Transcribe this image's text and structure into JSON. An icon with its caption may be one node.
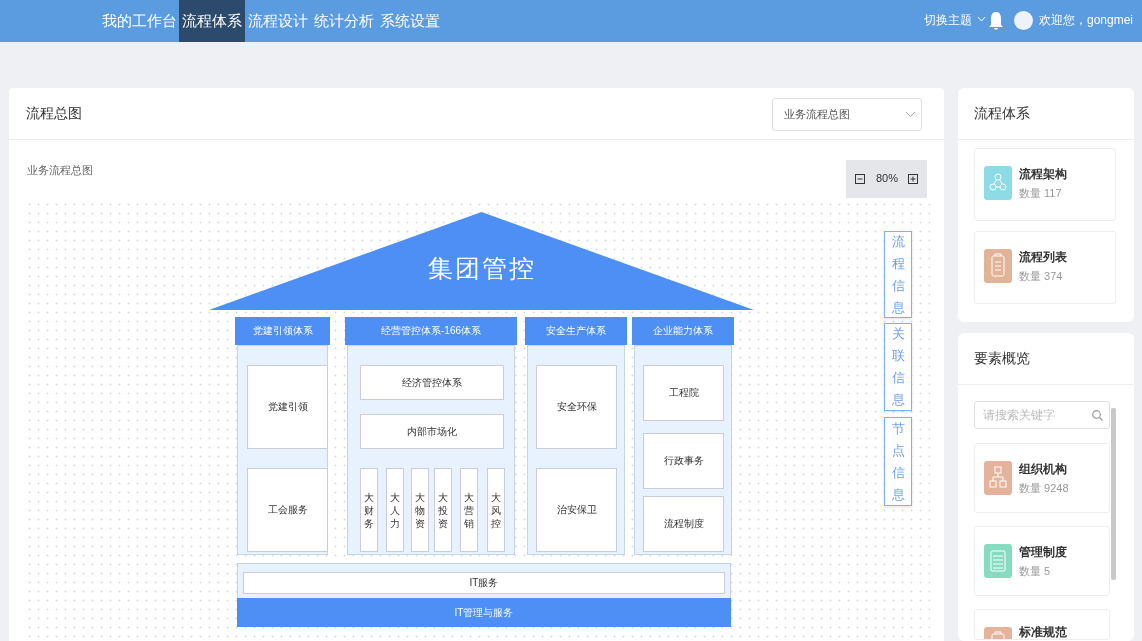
{
  "diagram": {
    "nodes": [
      {
        "text": [
          "集团管控"
        ]
      },
      {
        "text": [
          "党建引领体系"
        ]
      },
      {
        "text": [
          "党建引领"
        ],
        "in": 1
      },
      {
        "text": [
          "工会服务"
        ],
        "in": 1
      },
      {
        "text": [
          "经营管控体系-166体系"
        ]
      },
      {
        "text": [
          "经济管控体系"
        ],
        "in": 4
      },
      {
        "text": [
          "内部市场化"
        ],
        "in": 4
      },
      {
        "text": [
          "大财务"
        ],
        "in": 4
      },
      {
        "text": [
          "大人力"
        ],
        "in": 4
      },
      {
        "text": [
          "大物资"
        ],
        "in": 4
      },
      {
        "text": [
          "大投资"
        ],
        "in": 4
      },
      {
        "text": [
          "大营销"
        ],
        "in": 4
      },
      {
        "text": [
          "大风控"
        ],
        "in": 4
      },
      {
        "text": [
          "安全生产体系"
        ]
      },
      {
        "text": [
          "安全环保"
        ],
        "in": 13
      },
      {
        "text": [
          "治安保卫"
        ],
        "in": 13
      },
      {
        "text": [
          "企业能力体系"
        ]
      },
      {
        "text": [
          "工程院"
        ],
        "in": 16
      },
      {
        "text": [
          "行政事务"
        ],
        "in": 16
      },
      {
        "text": [
          "流程制度"
        ],
        "in": 16
      },
      {
        "text": [
          "IT管理与服务"
        ]
      },
      {
        "text": [
          "IT服务"
        ],
        "in": 20
      },
      {
        "text": [
          "流程信息"
        ]
      },
      {
        "text": [
          "关联信息"
        ]
      },
      {
        "text": [
          "节点信息"
        ]
      },
      {
        "text": [
          "流程体系"
        ]
      },
      {
        "text": [
          "流程架构",
          "数量 117"
        ],
        "in": 25
      },
      {
        "text": [
          "流程列表",
          "数量 374"
        ],
        "in": 25
      },
      {
        "text": [
          "要素概览"
        ]
      },
      {
        "text": [
          "组织机构",
          "数量 9248"
        ],
        "in": 28
      },
      {
        "text": [
          "管理制度",
          "数量 5"
        ],
        "in": 28
      },
      {
        "text": [
          "标准规范"
        ],
        "in": 28
      }
    ],
    "labels": [
      "我的工作台",
      "流程体系",
      "流程设计",
      "统计分析",
      "系统设置",
      "切换主题",
      "欢迎您，gongmei",
      "流程总图",
      "业务流程总图",
      "业务流程总图",
      "80%",
      "请搜索关键字"
    ]
  }
}
